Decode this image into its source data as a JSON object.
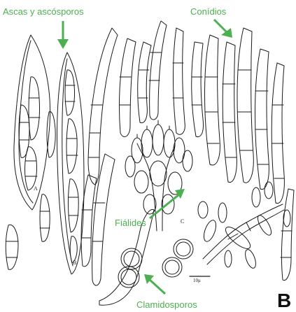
{
  "labels": {
    "ascas": "Ascas y ascósporos",
    "conidios": "Conídios",
    "fialides": "Fiálides",
    "clamidosporos": "Clamidosporos"
  },
  "sublabels": {
    "a": "A",
    "b": "B",
    "c": "C"
  },
  "scale_bar_label": "10μ",
  "panel_letter": "B",
  "colors": {
    "annotation": "#4caf50",
    "line_art": "#1a1a1a",
    "background": "#ffffff"
  }
}
